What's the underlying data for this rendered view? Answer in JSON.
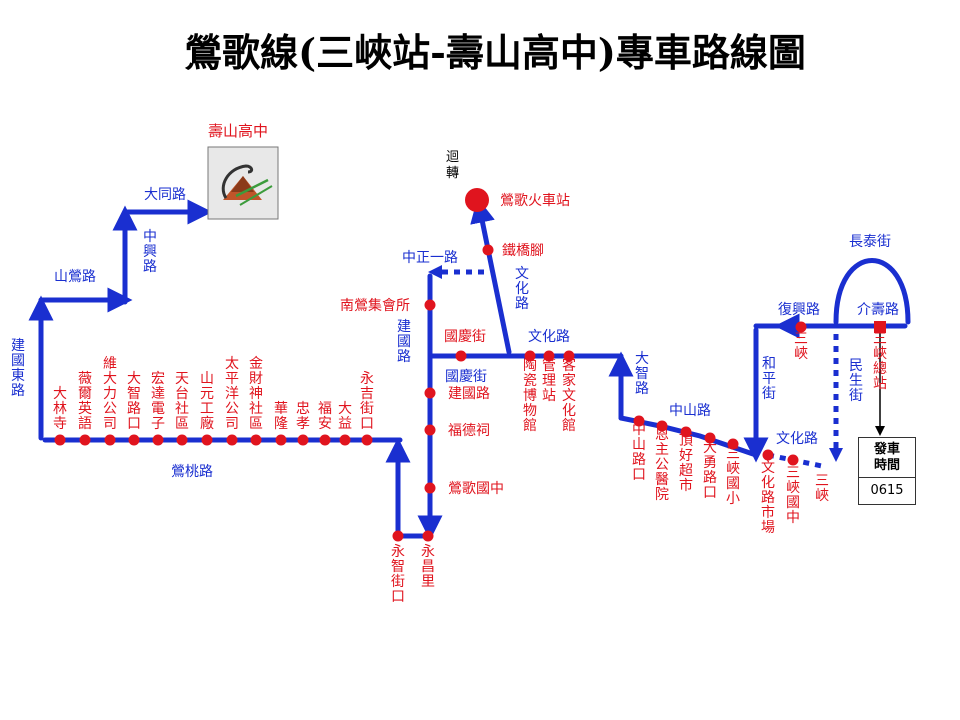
{
  "title": "鶯歌線(三峽站-壽山高中)專車路線圖",
  "legend": {
    "turnaround": "迴轉"
  },
  "destination": {
    "name": "壽山高中"
  },
  "timetable": {
    "header": "發車時間",
    "time": "0615"
  },
  "colors": {
    "route": "#1a2fd0",
    "stop": "#e0141e",
    "text_red": "#e0141e",
    "text_blue": "#1a2fd0"
  },
  "stops": {
    "dalinsi": "大林寺",
    "weier": "薇爾英語",
    "weili": "維大力公司",
    "dazhi": "大智路口",
    "hongda": "宏達電子",
    "tiantai": "天台社區",
    "shanyuan": "山元工廠",
    "taiping": "太平洋公司",
    "caishen": "金財神社區",
    "hualong": "華隆",
    "zhongxiao": "忠孝",
    "fuan": "福安",
    "dayi": "大益",
    "yongjiyong": "永吉街口",
    "yongzhi": "永智街口",
    "yongchang": "永昌里",
    "yingge_hs": "鶯歌國中",
    "fude": "福德祠",
    "jianguo_rd": "建國路",
    "guoqing_st": "國慶街",
    "nanying": "南鶯集會所",
    "tiegiao": "鐵橋腳",
    "yingge_station": "鶯歌火車站",
    "taoci": "陶瓷博物館",
    "guanli": "管理站",
    "kejia": "客家文化館",
    "zhongshan_kou": "中山路口",
    "enzhu": "恩主公醫院",
    "dinghao": "頂好超市",
    "dayong": "大勇路口",
    "sanxia_es": "三峽國小",
    "wenhua_market": "文化路市場",
    "sanxia_jh": "三峽國中",
    "sanxia_pt": "三峽",
    "sanxia_total": "三峽總站",
    "sanxia_red": "三峽"
  },
  "roads": {
    "jianguo_east": "建國東路",
    "shanying": "山鶯路",
    "zhongxing": "中興路",
    "datong": "大同路",
    "yingtao": "鶯桃路",
    "jianguo": "建國路",
    "zhongzheng1": "中正一路",
    "guoqing": "國慶街",
    "wenhua_v": "文化路",
    "wenhua_h": "文化路",
    "dazhi_v": "大智路",
    "zhongshan": "中山路",
    "heping": "和平街",
    "minsheng": "民生街",
    "fuxing": "復興路",
    "jieshou": "介壽路",
    "changtai": "長泰街",
    "wenhua_r": "文化路"
  }
}
